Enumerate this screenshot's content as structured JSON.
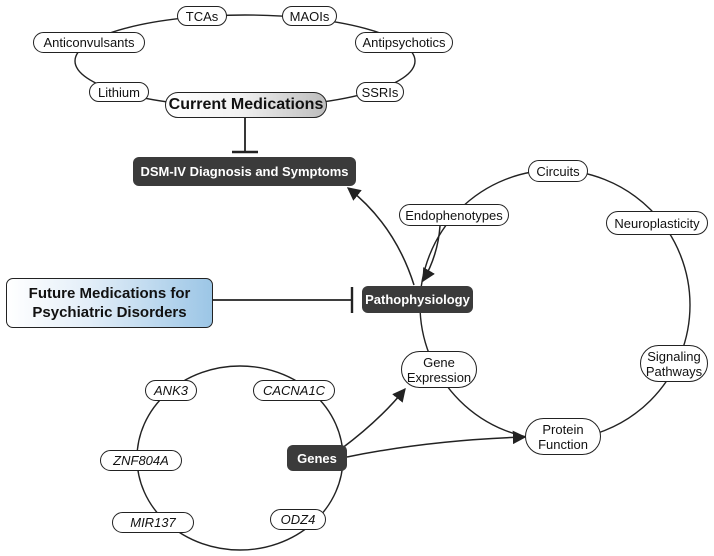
{
  "current_medications": {
    "label": "Current Medications",
    "items": [
      "TCAs",
      "MAOIs",
      "Antipsychotics",
      "SSRIs",
      "Lithium",
      "Anticonvulsants"
    ]
  },
  "dsm_label": "DSM-IV Diagnosis and Symptoms",
  "future_medications": {
    "line1": "Future Medications for",
    "line2": "Psychiatric Disorders"
  },
  "pathophysiology_label": "Pathophysiology",
  "cycle_nodes": {
    "circuits": "Circuits",
    "endophenotypes": "Endophenotypes",
    "neuroplasticity": "Neuroplasticity",
    "signaling_pathways": "Signaling Pathways",
    "protein_function": "Protein Function",
    "gene_expression": "Gene Expression"
  },
  "genes": {
    "label": "Genes",
    "items": [
      "ANK3",
      "CACNA1C",
      "ZNF804A",
      "MIR137",
      "ODZ4"
    ]
  },
  "colors": {
    "dark_box": "#3b3b3b",
    "future_gradient_end": "#9cc6e6",
    "current_gradient_end": "#bdbdbd"
  }
}
